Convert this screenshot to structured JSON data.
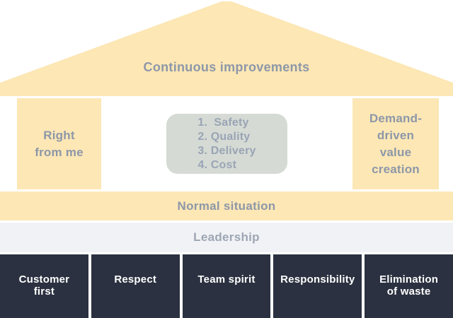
{
  "colors": {
    "roof_yellow": "#fce7b5",
    "center_box_sage": "#d5dbd4",
    "leadership_gray": "#f0f2f5",
    "foundation_dark": "#2b3140",
    "heading_text": "#8d97a8",
    "list_text": "#9aa4b5",
    "leadership_text": "#9ea6b4",
    "foundation_text": "#ffffff",
    "page_bg": "#ffffff"
  },
  "roof": {
    "label": "Continuous improvements"
  },
  "pillars": {
    "left": {
      "label": "Right\nfrom me"
    },
    "right": {
      "label": "Demand-\ndriven\nvalue\ncreation"
    }
  },
  "center_box": {
    "items": [
      "1.  Safety",
      "2. Quality",
      "3. Delivery",
      "4. Cost"
    ]
  },
  "bars": {
    "normal_situation": {
      "label": "Normal situation"
    },
    "leadership": {
      "label": "Leadership"
    }
  },
  "foundation": {
    "blocks": [
      {
        "label": "Customer\nfirst"
      },
      {
        "label": "Respect"
      },
      {
        "label": "Team spirit"
      },
      {
        "label": "Responsibility"
      },
      {
        "label": "Elimination\nof waste"
      }
    ]
  }
}
